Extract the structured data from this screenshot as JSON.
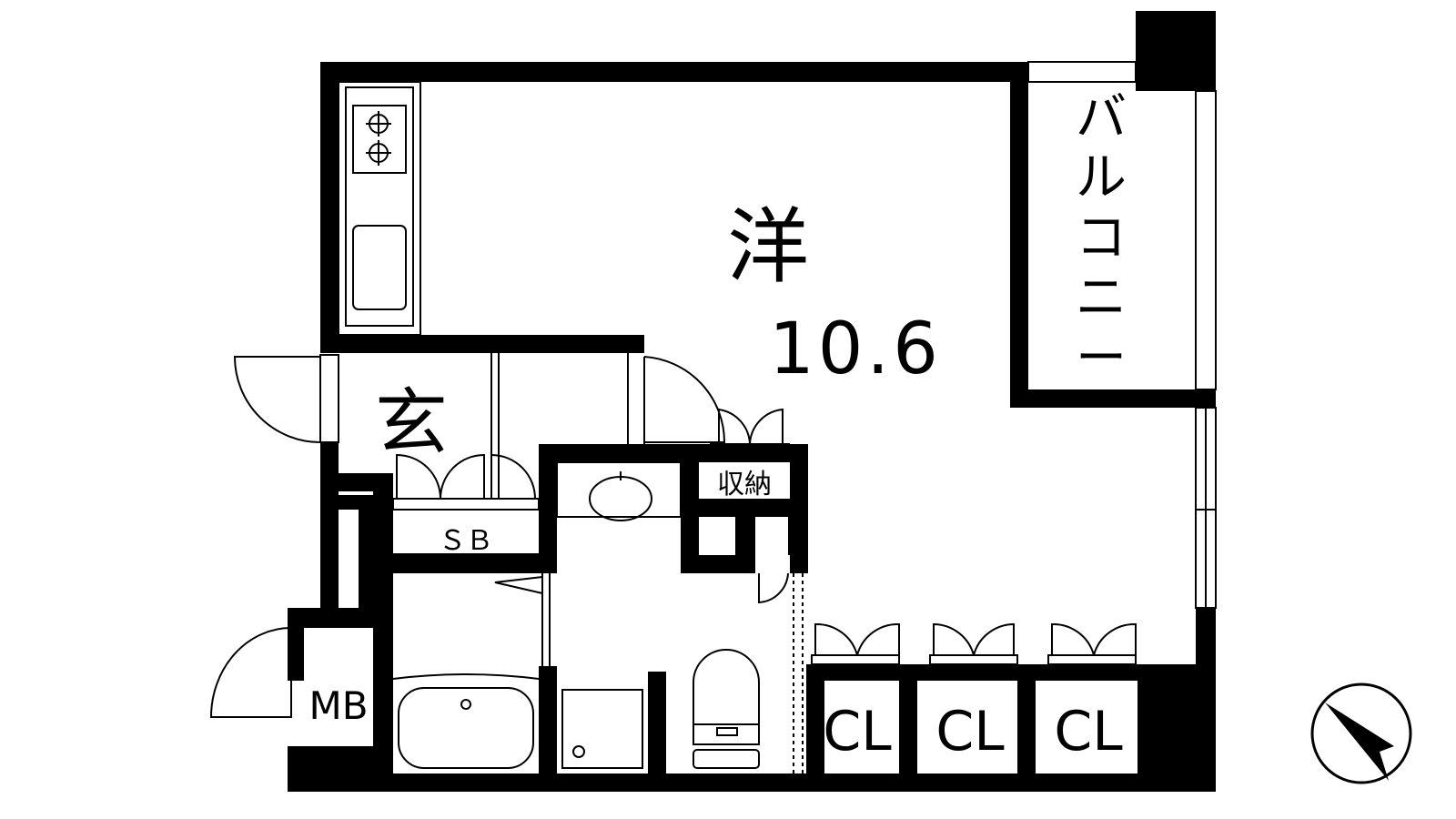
{
  "rooms": {
    "western": {
      "label": "洋",
      "area": "10.6"
    },
    "balcony": {
      "label": "バルコニー"
    },
    "entrance": {
      "label": "玄"
    },
    "shoe_box": {
      "label": "ＳＢ"
    },
    "storage": {
      "label": "収納"
    },
    "meter_box": {
      "label": "MB"
    },
    "closets": [
      {
        "label": "CL"
      },
      {
        "label": "CL"
      },
      {
        "label": "CL"
      }
    ]
  },
  "colors": {
    "wall": "#000000",
    "background": "#ffffff"
  }
}
